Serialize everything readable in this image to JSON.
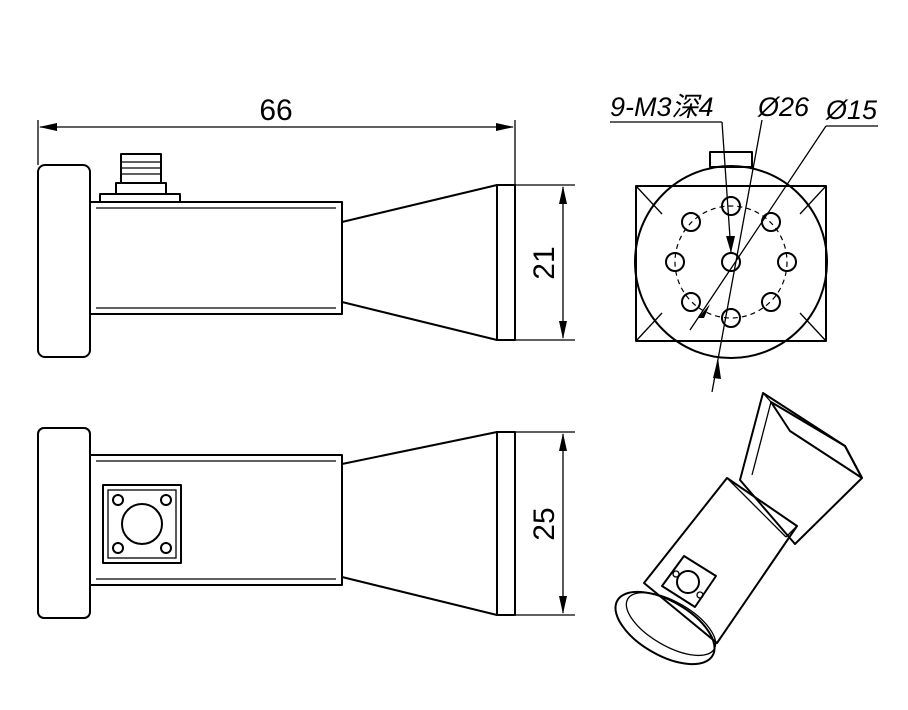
{
  "dimensions": {
    "overall_length": "66",
    "side_height": "21",
    "bottom_height": "25"
  },
  "annotations": {
    "thread_holes": "9-M3深4",
    "bolt_circle_dia": "Ø26",
    "bore_dia": "Ø15"
  }
}
